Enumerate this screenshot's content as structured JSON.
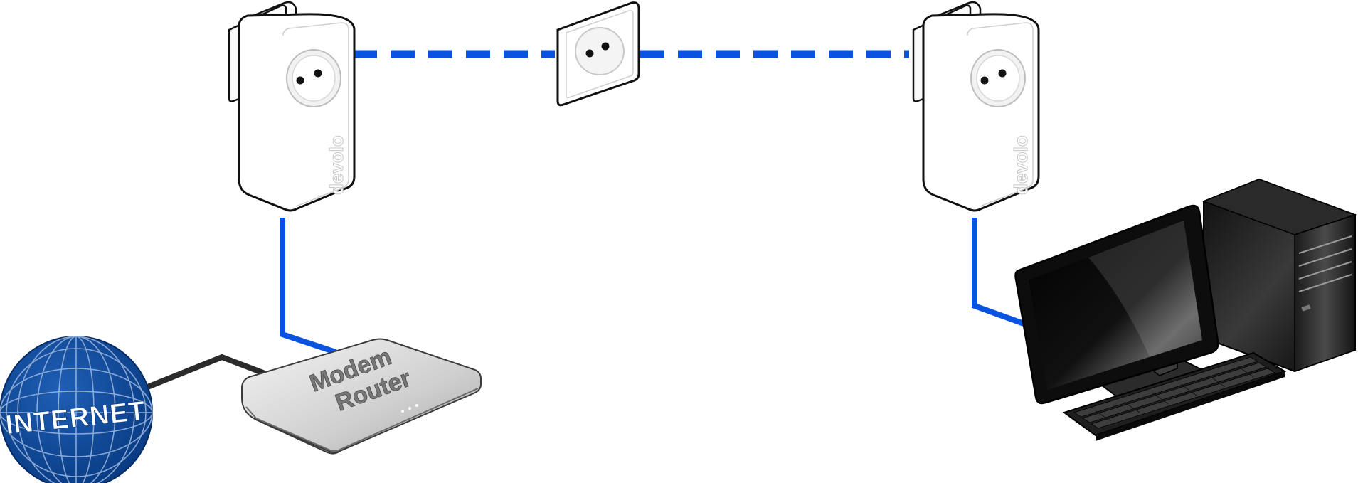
{
  "diagram": {
    "globe": {
      "label": "INTERNET",
      "color": "#0a3f8c"
    },
    "router": {
      "label_line1": "Modem",
      "label_line2": "Router"
    },
    "adapter_left": {
      "brand": "devolo"
    },
    "adapter_right": {
      "brand": "devolo"
    },
    "colors": {
      "powerline": "#0a52e0",
      "ethernet": "#0a52e0",
      "wan_cable": "#2b2b2b"
    },
    "icons": [
      "globe-icon",
      "router-icon",
      "powerline-adapter-icon",
      "wall-socket-icon",
      "computer-monitor-icon",
      "computer-tower-icon",
      "keyboard-icon"
    ]
  }
}
